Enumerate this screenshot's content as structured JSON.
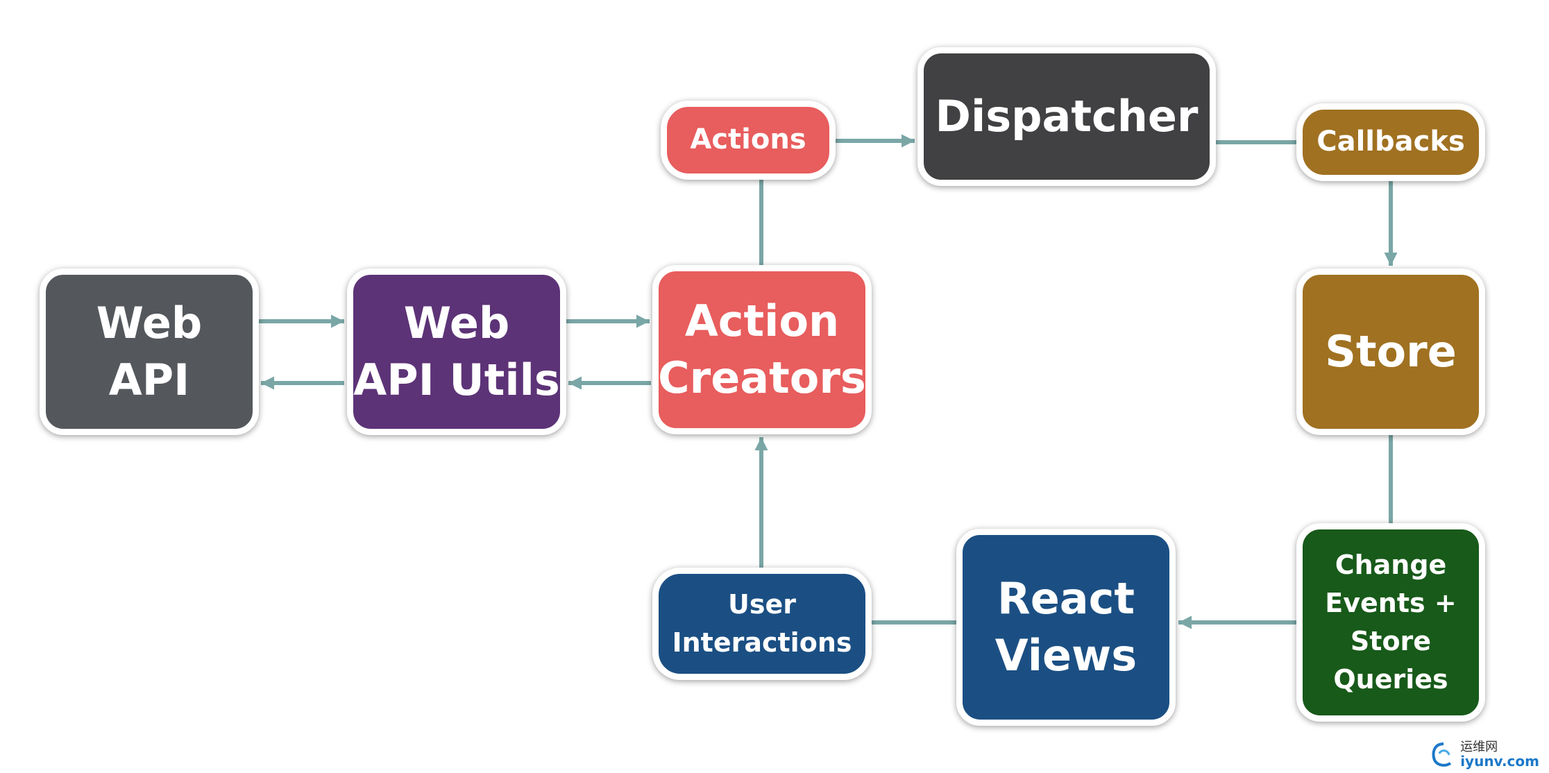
{
  "colors": {
    "arrow": "#7aa6a6",
    "web_api": "#54585c",
    "web_api_utils": "#5d3377",
    "action_creators": "#e85d5d",
    "actions": "#e85d5d",
    "dispatcher": "#414042",
    "callbacks": "#a07121",
    "store": "#a07121",
    "change_events": "#185a1a",
    "react_views": "#1b4f83",
    "user_interactions": "#1b4f83"
  },
  "nodes": {
    "web_api": "Web\nAPI",
    "web_api_utils": "Web\nAPI Utils",
    "action_creators": "Action\nCreators",
    "actions": "Actions",
    "dispatcher": "Dispatcher",
    "callbacks": "Callbacks",
    "store": "Store",
    "change_events": "Change\nEvents +\nStore\nQueries",
    "react_views": "React\nViews",
    "user_interactions": "User\nInteractions"
  },
  "edges": [
    {
      "from": "Web API",
      "to": "Web API Utils"
    },
    {
      "from": "Web API Utils",
      "to": "Web API"
    },
    {
      "from": "Web API Utils",
      "to": "Action Creators"
    },
    {
      "from": "Action Creators",
      "to": "Web API Utils"
    },
    {
      "from": "Action Creators",
      "to": "Dispatcher",
      "via": "Actions"
    },
    {
      "from": "Dispatcher",
      "to": "Store",
      "via": "Callbacks"
    },
    {
      "from": "Store",
      "to": "React Views",
      "via": "Change Events + Store Queries"
    },
    {
      "from": "React Views",
      "to": "Action Creators",
      "via": "User Interactions"
    }
  ],
  "watermark": {
    "icon": "swirl-logo-icon",
    "cn": "运维网",
    "url": "iyunv.com"
  }
}
